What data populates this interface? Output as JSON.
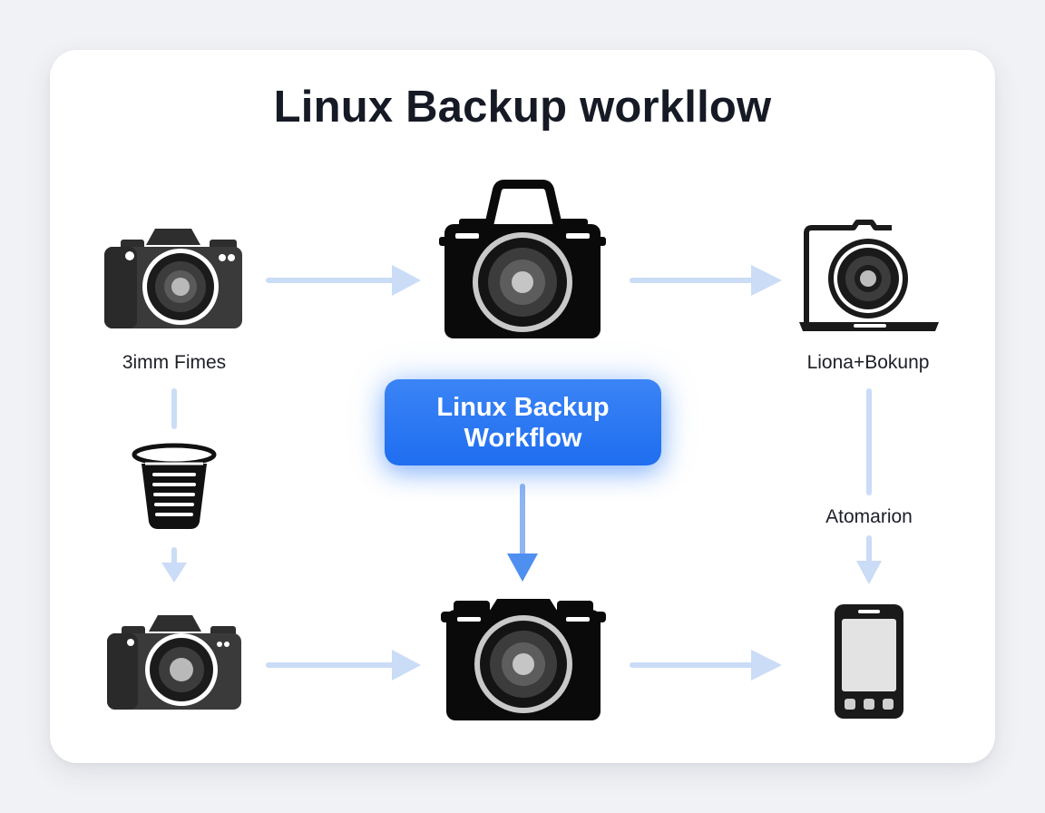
{
  "diagram": {
    "title": "Linux Backup workllow",
    "center_node": {
      "line1": "Linux Backup",
      "line2": "Workflow"
    },
    "labels": {
      "source_files": "3imm Fimes",
      "linux_backup": "Liona+Bokunp",
      "automation": "Atomarion"
    },
    "icons": {
      "source_camera": "camera-icon",
      "main_camera": "camera-with-handle-icon",
      "laptop": "laptop-icon",
      "storage": "storage-drum-icon",
      "lower_left_camera": "camera-icon",
      "lower_center_camera": "camera-icon",
      "phone": "phone-icon"
    },
    "colors": {
      "accent": "#2a78f2",
      "arrow": "#c9dcf7",
      "arrow_strong": "#5b97f2",
      "icon_dark": "#111111",
      "icon_gray": "#3a3a3a"
    }
  }
}
